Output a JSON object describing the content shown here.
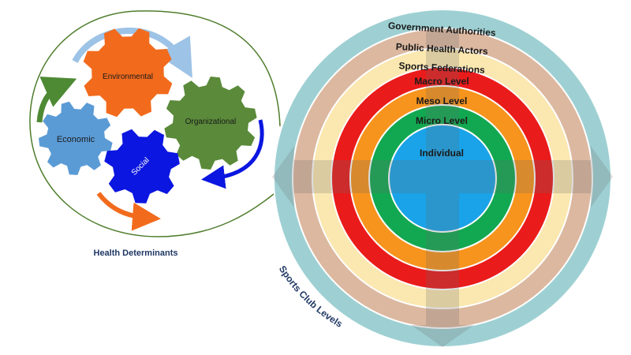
{
  "determinants": {
    "caption": "Health Determinants",
    "gears": {
      "environmental": "Environmental",
      "organizational": "Organizational",
      "economic": "Economic",
      "social": "Social"
    }
  },
  "levels": {
    "caption": "Sports Club Levels",
    "rings": [
      {
        "label": "Government Authorities",
        "color": "#9ed0d3"
      },
      {
        "label": "Public Health Actors",
        "color": "#dcb8a0"
      },
      {
        "label": "Sports Federations",
        "color": "#fbe7b0"
      },
      {
        "label": "Macro Level",
        "color": "#ea1b1b"
      },
      {
        "label": "Meso Level",
        "color": "#f7941d"
      },
      {
        "label": "Micro Level",
        "color": "#12a851"
      },
      {
        "label": "Individual",
        "color": "#1aa3e8"
      }
    ]
  },
  "colors": {
    "environmental": "#f26b1d",
    "organizational": "#5a8a3a",
    "economic": "#5b9bd5",
    "social": "#0b16e0",
    "outline": "#4e7d2c",
    "caption": "#1f3864"
  }
}
